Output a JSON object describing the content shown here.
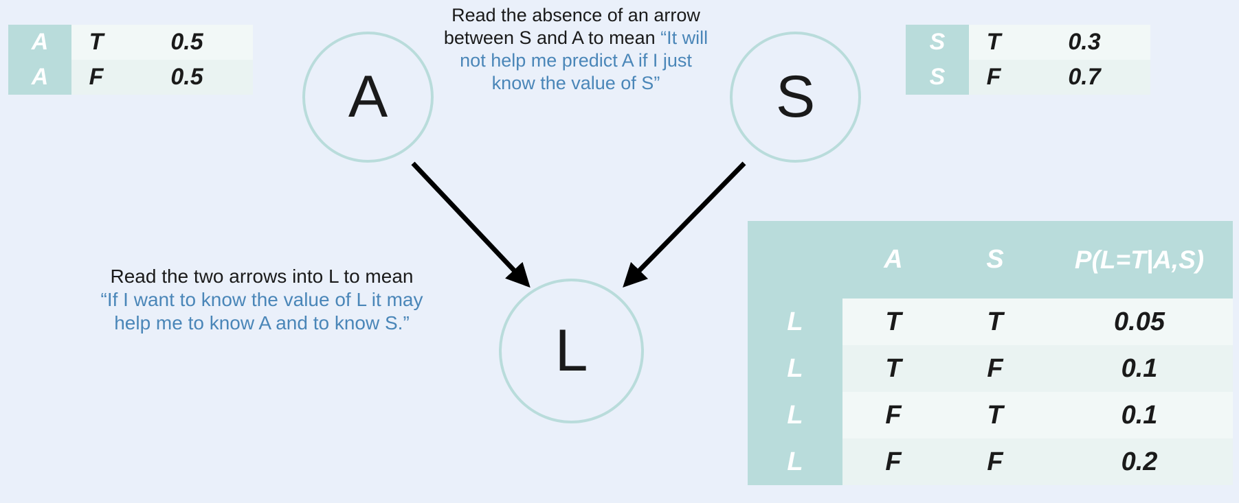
{
  "nodes": {
    "a": "A",
    "s": "S",
    "l": "L"
  },
  "annotations": {
    "top": {
      "plain_prefix": "Read the absence of an arrow between S and A to mean ",
      "quote": "“It will not help me predict A if I just know the value of S”"
    },
    "left": {
      "plain_prefix": "Read the two arrows into L to mean ",
      "quote": "“If I want to know the value of L it may help me to know A and to know S.”"
    }
  },
  "tables": {
    "a": {
      "rows": [
        [
          "A",
          "T",
          "0.5"
        ],
        [
          "A",
          "F",
          "0.5"
        ]
      ]
    },
    "s": {
      "rows": [
        [
          "S",
          "T",
          "0.3"
        ],
        [
          "S",
          "F",
          "0.7"
        ]
      ]
    },
    "l": {
      "headers": [
        "",
        "A",
        "S",
        "P(L=T|A,S)"
      ],
      "rows": [
        [
          "L",
          "T",
          "T",
          "0.05"
        ],
        [
          "L",
          "T",
          "F",
          "0.1"
        ],
        [
          "L",
          "F",
          "T",
          "0.1"
        ],
        [
          "L",
          "F",
          "F",
          "0.2"
        ]
      ]
    }
  },
  "colors": {
    "background": "#eaf0fa",
    "table_key": "#b9dcdb",
    "table_value": "#f2f8f7",
    "node_border": "#b9dcdb",
    "quote_text": "#4a86b8",
    "arrow": "#000000"
  }
}
